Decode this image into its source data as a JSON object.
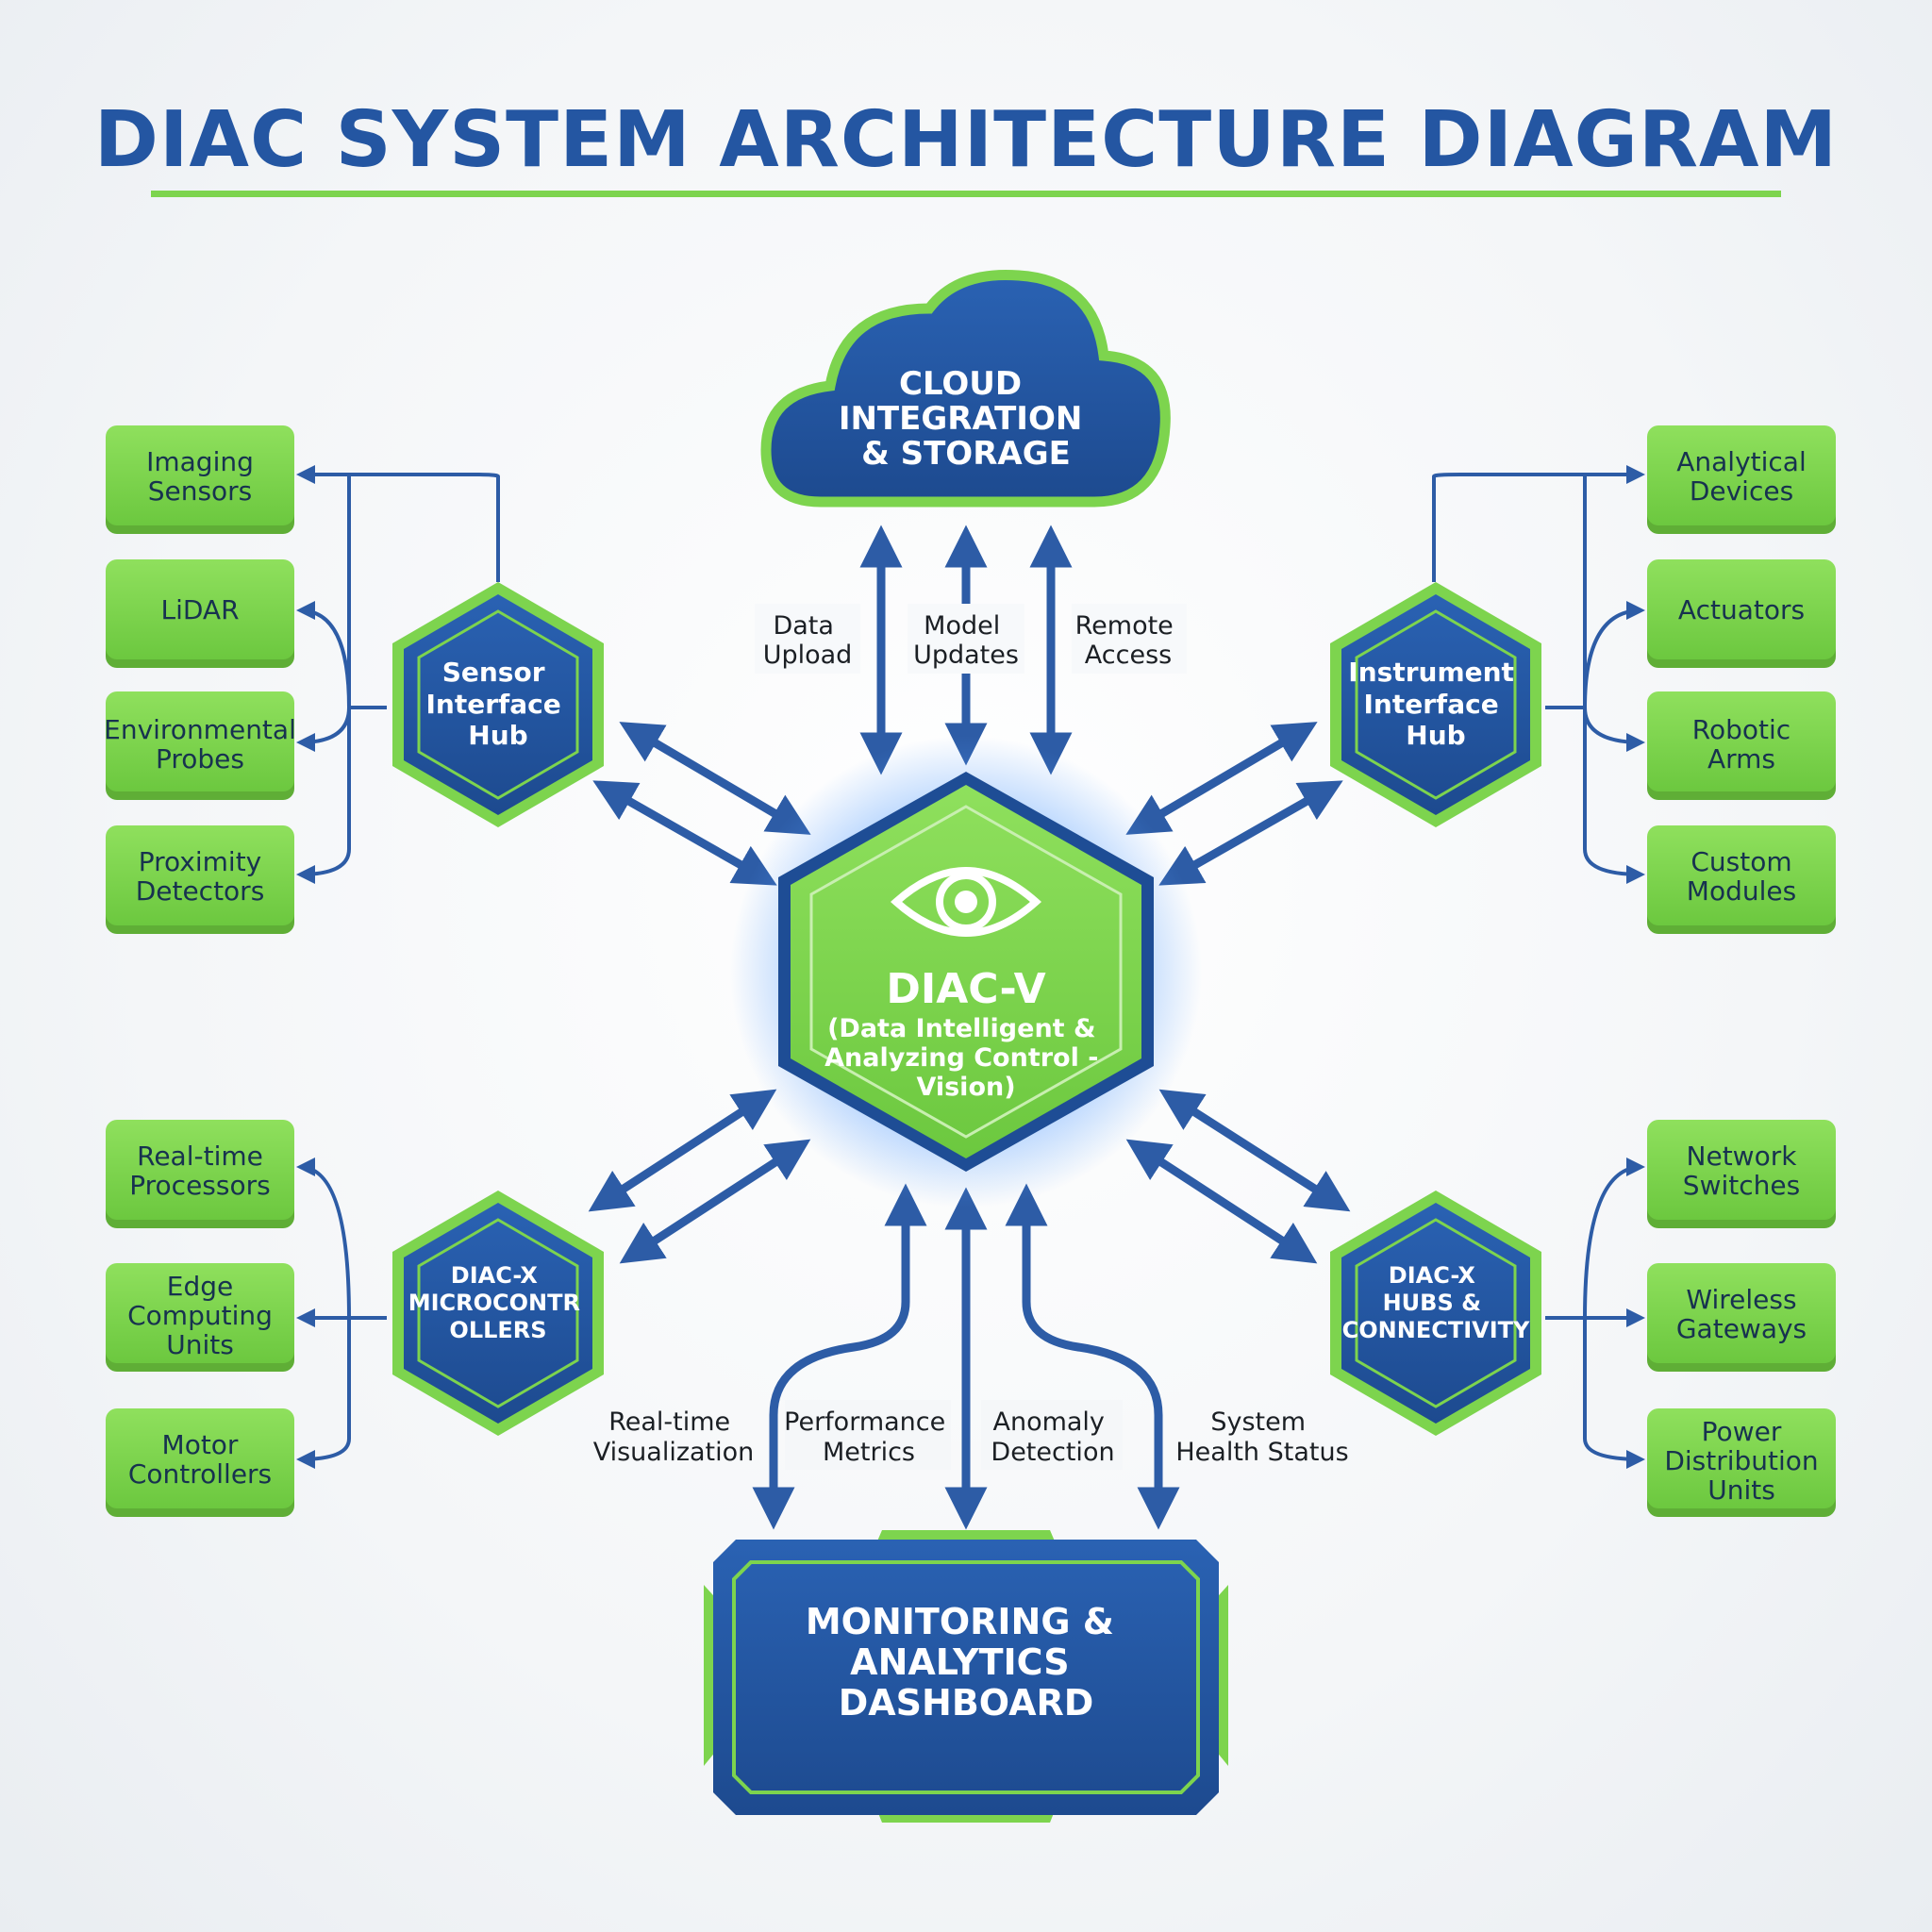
{
  "title": "DIAC SYSTEM ARCHITECTURE DIAGRAM",
  "colors": {
    "blue": "#2456a2",
    "dark_blue": "#1f4d94",
    "green": "#7dd44e",
    "light_green": "#8fdc5c",
    "arrow": "#2d5ca6"
  },
  "cloud": {
    "lines": [
      "CLOUD",
      "INTEGRATION",
      "& STORAGE"
    ]
  },
  "cloud_links": [
    {
      "lines": [
        "Data",
        "Upload"
      ]
    },
    {
      "lines": [
        "Model",
        "Updates"
      ]
    },
    {
      "lines": [
        "Remote",
        "Access"
      ]
    }
  ],
  "core": {
    "icon": "eye-icon",
    "title": "DIAC-V",
    "subtitle_lines": [
      "(Data Intelligent &",
      "Analyzing Control -",
      "Vision)"
    ]
  },
  "hubs": {
    "sensor": {
      "lines": [
        "Sensor",
        "Interface",
        "Hub"
      ]
    },
    "instrument": {
      "lines": [
        "Instrument",
        "Interface",
        "Hub"
      ]
    },
    "microcontrollers": {
      "lines": [
        "DIAC-X",
        "MICROCONTR",
        "OLLERS"
      ]
    },
    "connectivity": {
      "lines": [
        "DIAC-X",
        "HUBS &",
        "CONNECTIVITY"
      ]
    }
  },
  "leaves": {
    "sensor": [
      {
        "lines": [
          "Imaging",
          "Sensors"
        ]
      },
      {
        "lines": [
          "LiDAR"
        ]
      },
      {
        "lines": [
          "Environmental",
          "Probes"
        ]
      },
      {
        "lines": [
          "Proximity",
          "Detectors"
        ]
      }
    ],
    "instrument": [
      {
        "lines": [
          "Analytical",
          "Devices"
        ]
      },
      {
        "lines": [
          "Actuators"
        ]
      },
      {
        "lines": [
          "Robotic",
          "Arms"
        ]
      },
      {
        "lines": [
          "Custom",
          "Modules"
        ]
      }
    ],
    "microcontrollers": [
      {
        "lines": [
          "Real-time",
          "Processors"
        ]
      },
      {
        "lines": [
          "Edge",
          "Computing",
          "Units"
        ]
      },
      {
        "lines": [
          "Motor",
          "Controllers"
        ]
      }
    ],
    "connectivity": [
      {
        "lines": [
          "Network",
          "Switches"
        ]
      },
      {
        "lines": [
          "Wireless",
          "Gateways"
        ]
      },
      {
        "lines": [
          "Power",
          "Distribution",
          "Units"
        ]
      }
    ]
  },
  "dashboard_links": [
    {
      "lines": [
        "Real-time",
        "Visualization"
      ]
    },
    {
      "lines": [
        "Performance",
        "Metrics"
      ]
    },
    {
      "lines": [
        "Anomaly",
        "Detection"
      ]
    },
    {
      "lines": [
        "System",
        "Health Status"
      ]
    }
  ],
  "dashboard": {
    "lines": [
      "MONITORING &",
      "ANALYTICS",
      "DASHBOARD"
    ]
  }
}
